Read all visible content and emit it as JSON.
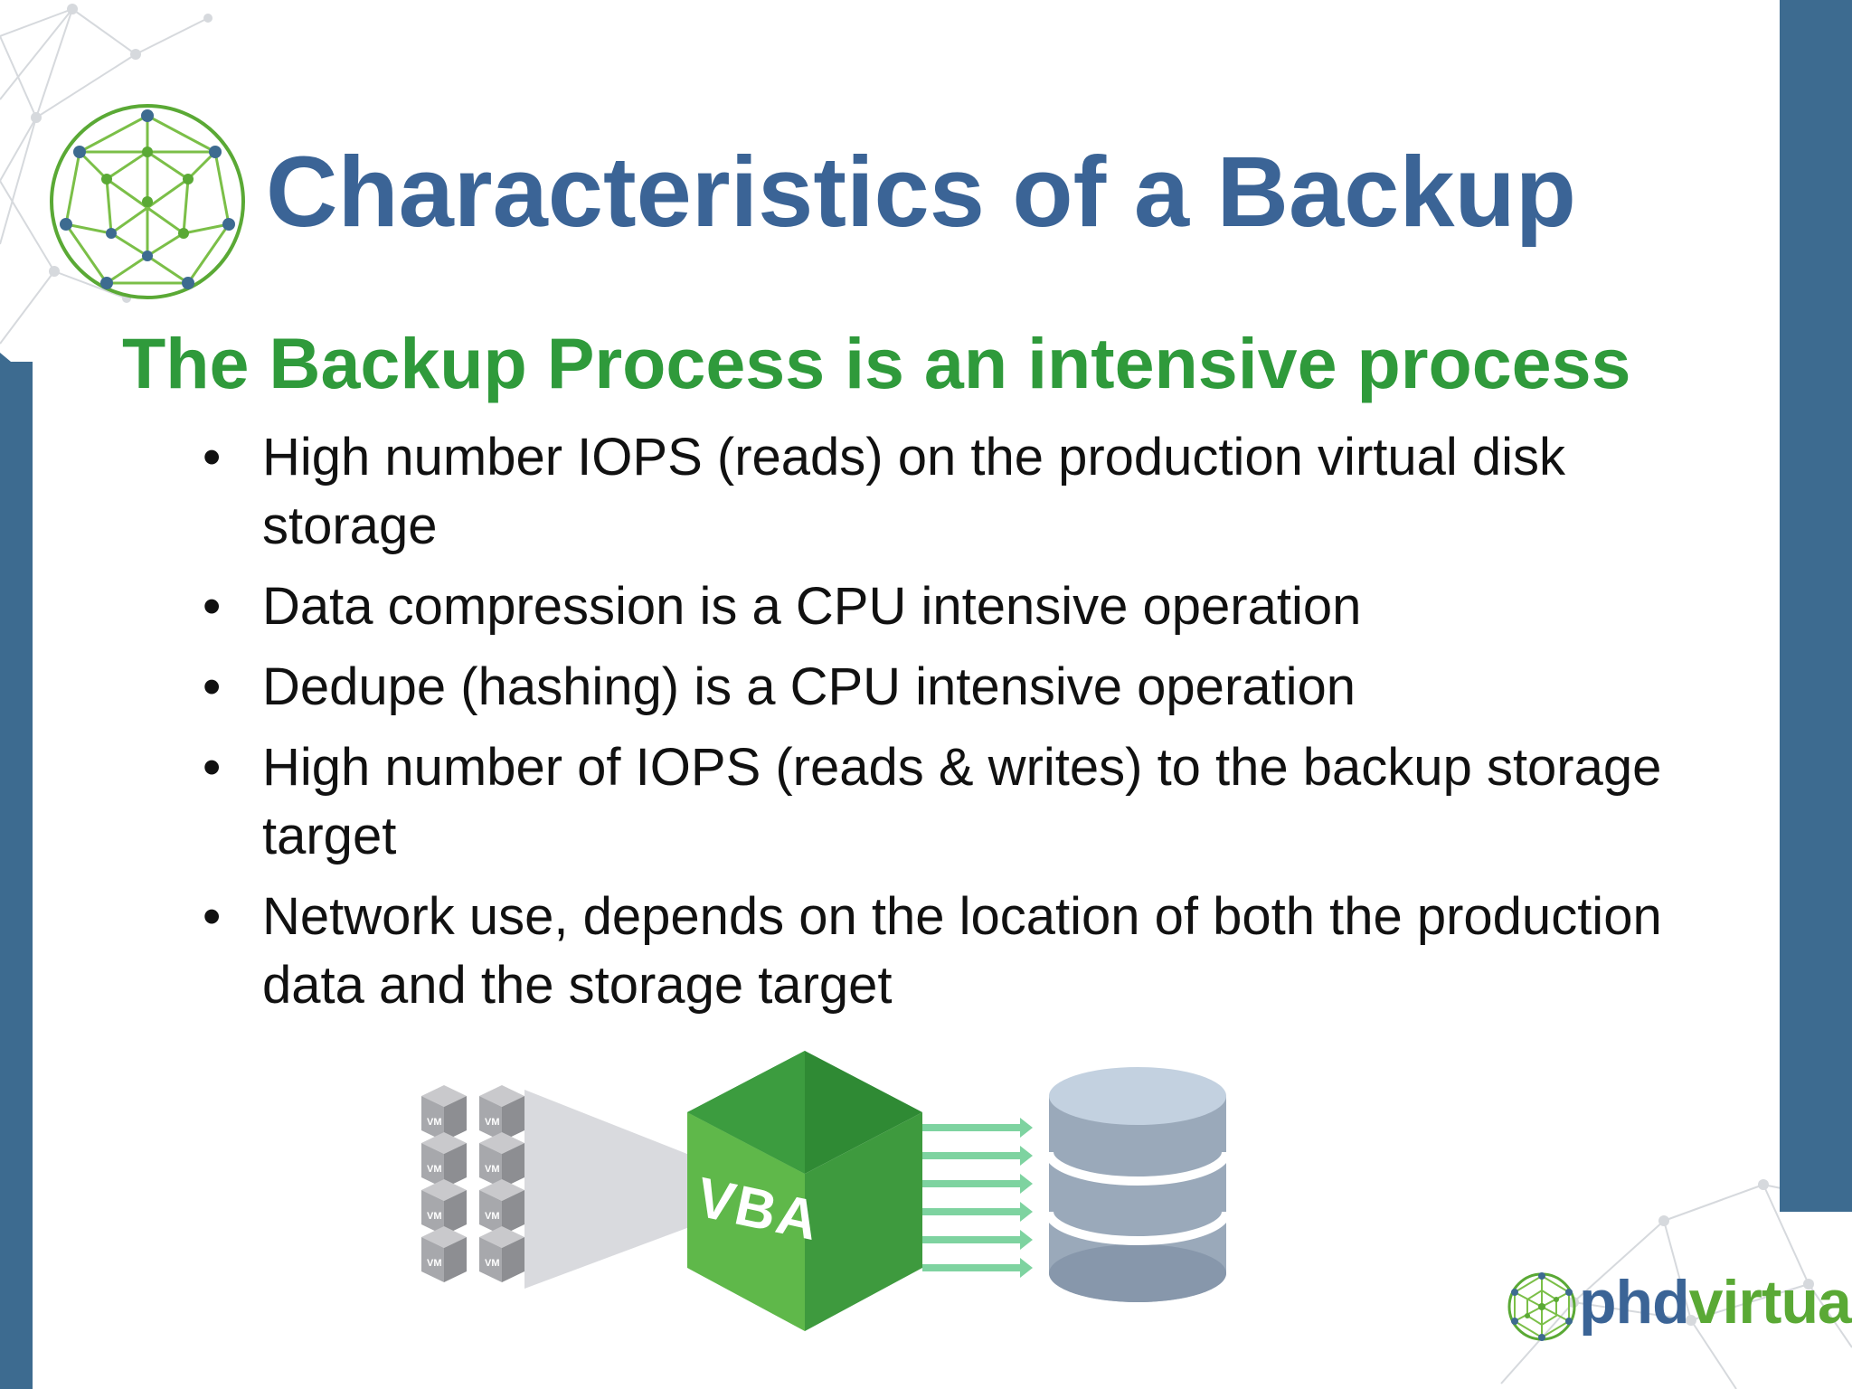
{
  "slide": {
    "title": "Characteristics of a Backup",
    "subtitle": "The Backup Process is an intensive process",
    "bullets": [
      "High number IOPS (reads) on the production virtual disk storage",
      "Data compression is a CPU intensive operation",
      "Dedupe (hashing) is a CPU intensive operation",
      "High number of IOPS (reads & writes) to the backup storage target",
      "Network use, depends on the location of both the production data and the storage target"
    ],
    "bullet_glyph": "•"
  },
  "diagram": {
    "vm_label": "VM",
    "appliance_label": "VBA"
  },
  "logo": {
    "part1": "phd",
    "part2": "virtual"
  },
  "colors": {
    "title": "#3b6496",
    "subtitle": "#2f9a3b",
    "side_bars": "#3d6b90",
    "appliance_green": "#5fb84a",
    "arrows": "#7ed3a0",
    "database": "#aab8c8"
  }
}
